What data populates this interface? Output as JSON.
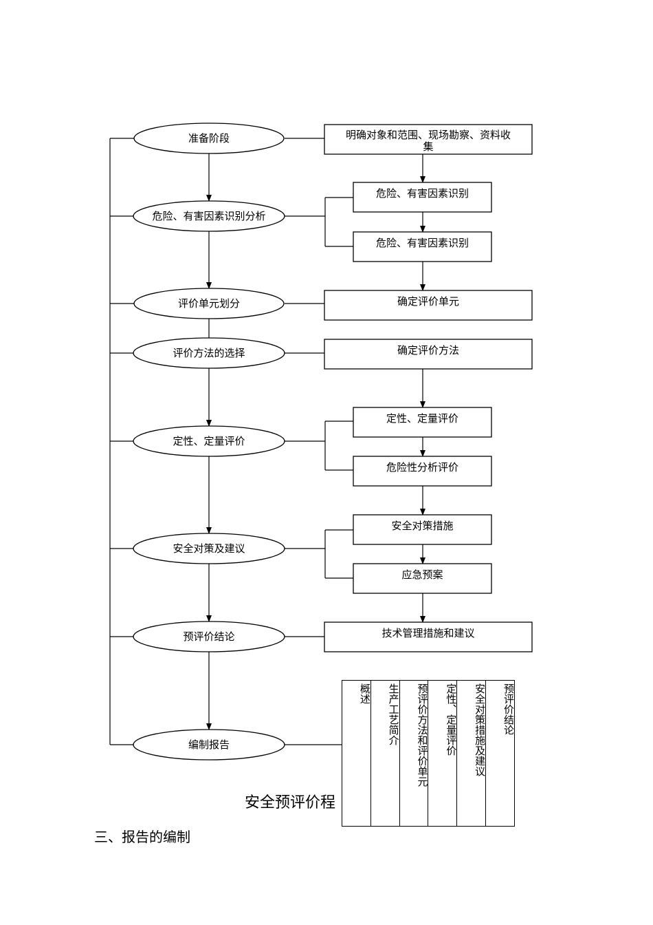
{
  "left_steps": [
    "准备阶段",
    "危险、有害因素识别分析",
    "评价单元划分",
    "评价方法的选择",
    "定性、定量评价",
    "安全对策及建议",
    "预评价结论",
    "编制报告"
  ],
  "right_boxes": [
    "明确对象和范围、现场勘察、资料收集",
    "危险、有害因素识别",
    "危险、有害因素识别",
    "确定评价单元",
    "确定评价方法",
    "定性、定量评价",
    "危险性分析评价",
    "安全对策措施",
    "应急预案",
    "技术管理措施和建议"
  ],
  "report_sections": [
    "概述",
    "生产工艺简介",
    "预评价方法和评价单元",
    "定性、定量评价",
    "安全对策措施及建议",
    "预评价结论"
  ],
  "caption": "安全预评价程",
  "section_heading": "三、报告的编制"
}
